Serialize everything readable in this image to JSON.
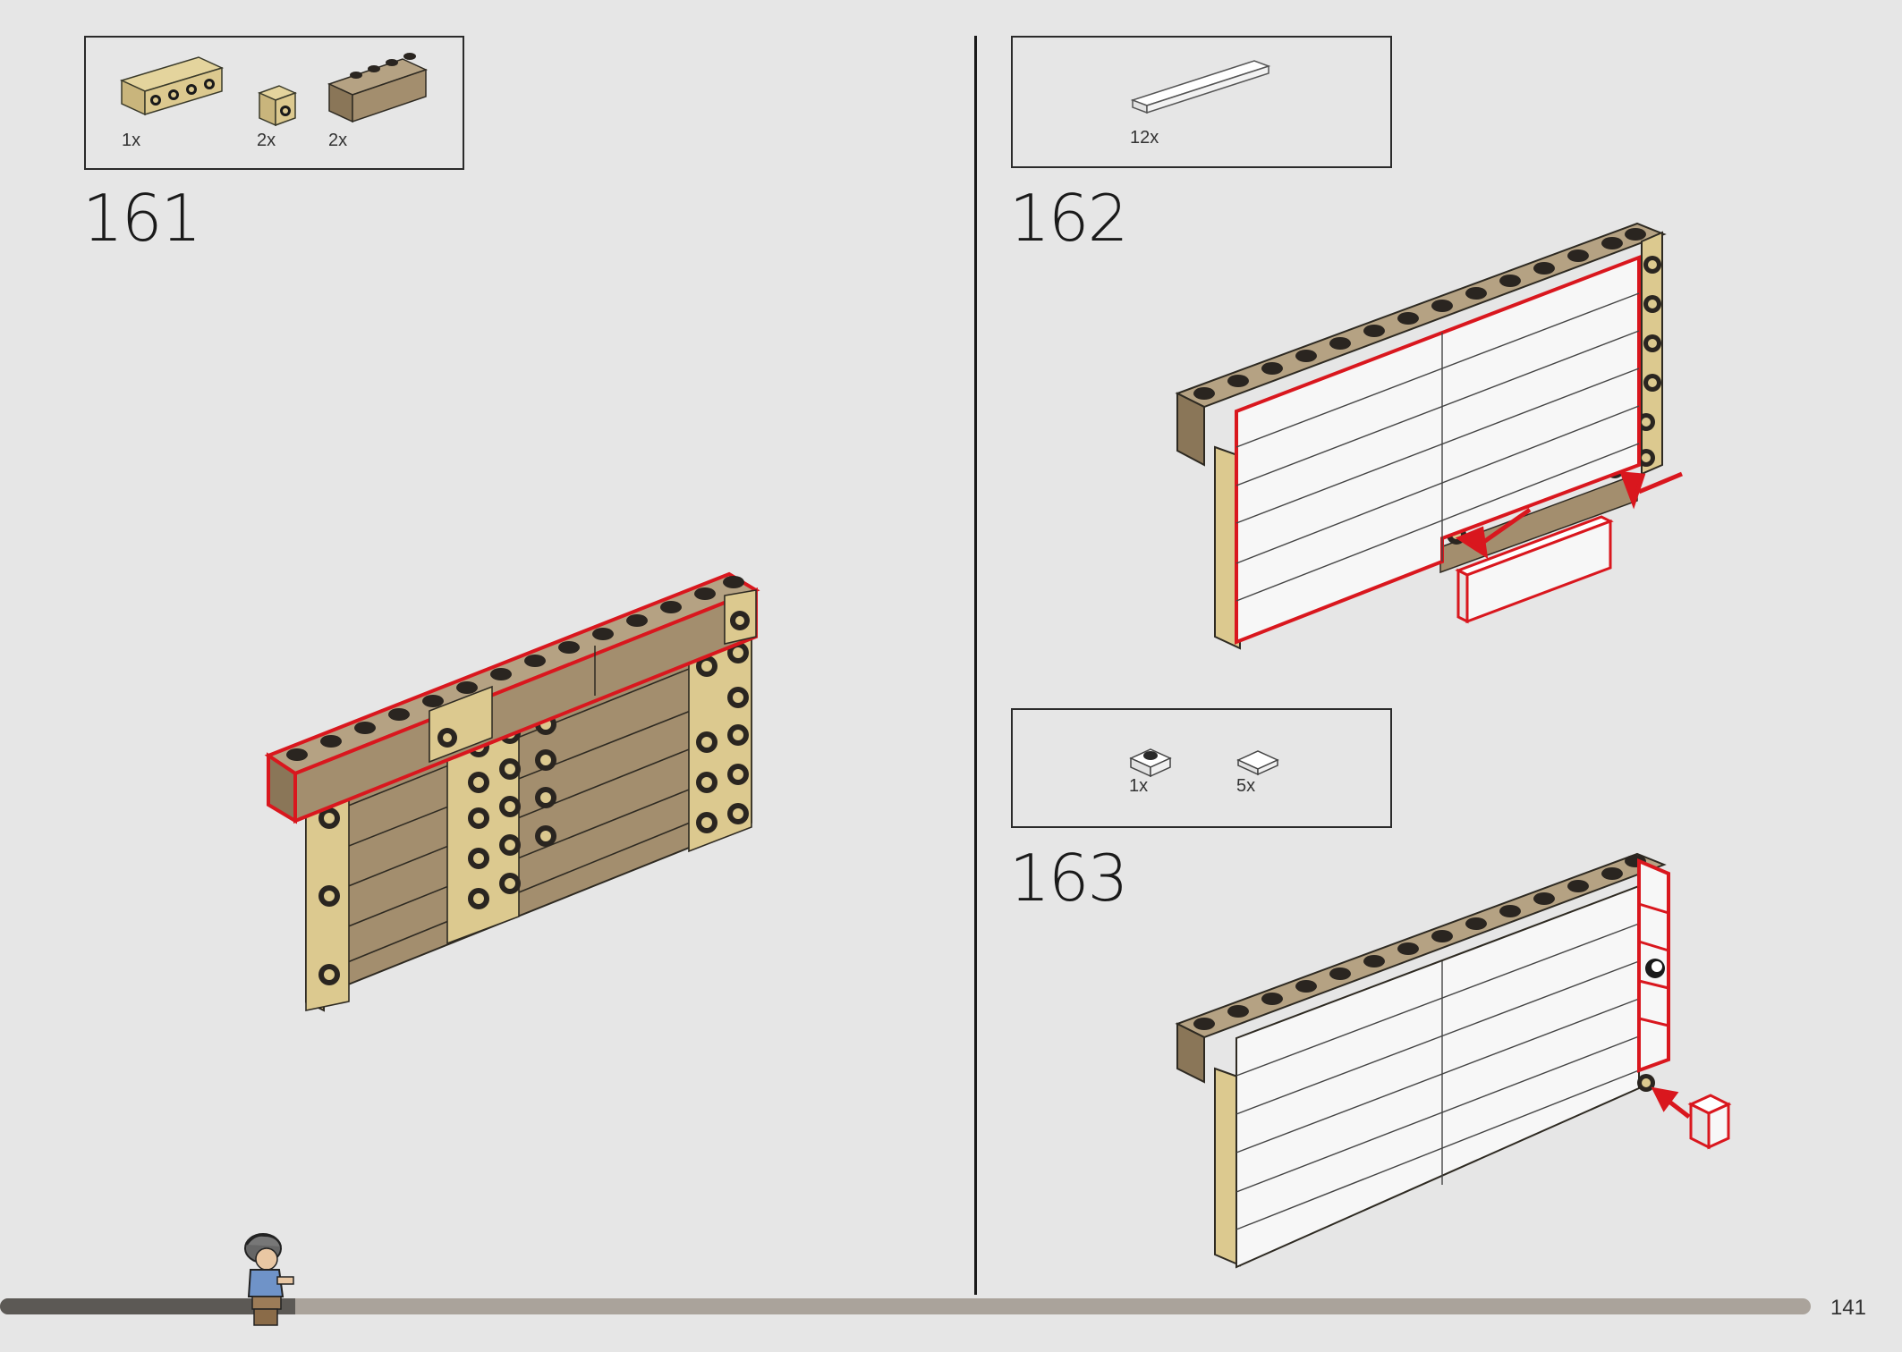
{
  "page": {
    "number": "141"
  },
  "steps": [
    {
      "number": "161",
      "parts": [
        {
          "qty": "1x",
          "part": "tan-brick-1x4-studs-on-side"
        },
        {
          "qty": "2x",
          "part": "tan-brick-1x1-stud-on-side"
        },
        {
          "qty": "2x",
          "part": "dark-tan-brick-1x4"
        }
      ]
    },
    {
      "number": "162",
      "parts": [
        {
          "qty": "12x",
          "part": "white-tile-1x6"
        }
      ]
    },
    {
      "number": "163",
      "parts": [
        {
          "qty": "1x",
          "part": "white-plate-1x1-with-stud"
        },
        {
          "qty": "5x",
          "part": "white-tile-1x1"
        }
      ]
    }
  ],
  "progress": {
    "fraction": 0.16
  },
  "colors": {
    "background": "#e6e6e6",
    "tan": "#dcc98f",
    "dark_tan": "#a38e6e",
    "highlight": "#d9171e",
    "white_tile": "#f7f7f7",
    "progress_track": "#aaa39b",
    "progress_fill": "#5c5955"
  }
}
